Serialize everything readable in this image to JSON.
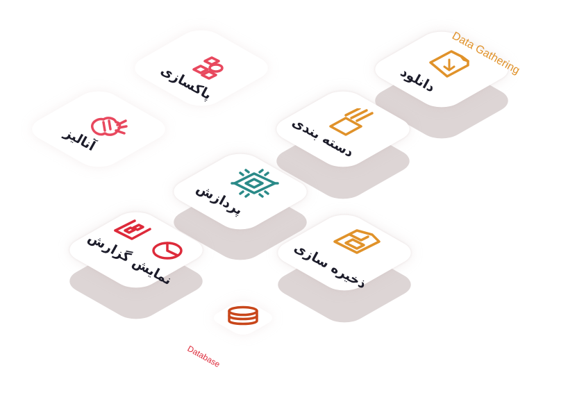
{
  "header_tag": "Data Gathering",
  "footer_tag": "Database",
  "colors": {
    "orange": "#e0922a",
    "red": "#e8485e",
    "teal": "#2a8a88",
    "crimson": "#dd2a3a",
    "rust": "#c8461a",
    "shadow": "#ddd5d5",
    "label": "#1c1c2a"
  },
  "nodes": [
    {
      "label": "دانلود",
      "icon": "download-file-icon"
    },
    {
      "label": "دسته بندی",
      "icon": "layers-icon"
    },
    {
      "label": "پاکسازی",
      "icon": "grid-shapes-icon"
    },
    {
      "label": "آنالیز",
      "icon": "brain-icon"
    },
    {
      "label": "پردازش",
      "icon": "cpu-chip-icon"
    },
    {
      "label": "نمایش گزارش",
      "icon": "bar-chart-icon",
      "icon2": "pie-chart-icon"
    },
    {
      "label": "ذخیره سازی",
      "icon": "floppy-disk-icon"
    },
    {
      "label": "",
      "icon": "database-icon"
    }
  ]
}
